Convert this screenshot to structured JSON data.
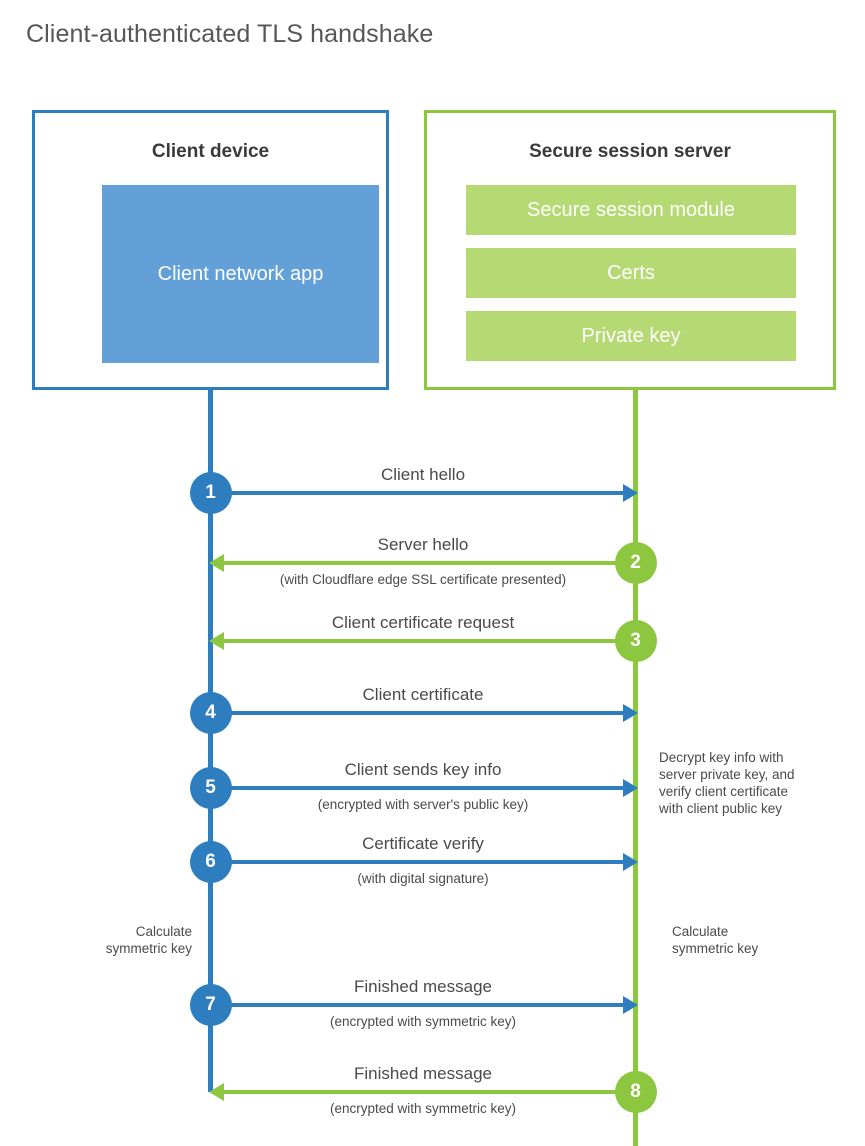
{
  "title": "Client-authenticated TLS handshake",
  "client": {
    "title": "Client device",
    "app_label": "Client network app"
  },
  "server": {
    "title": "Secure session server",
    "components": [
      "Secure session module",
      "Certs",
      "Private key"
    ]
  },
  "colors": {
    "client_border": "#2E7DBF",
    "client_fill": "#64A0D8",
    "server_border": "#8DC63F",
    "server_fill": "#B5D973",
    "text": "#4a4a4a",
    "title_text": "#555759"
  },
  "steps": [
    {
      "number": "1",
      "label": "Client hello",
      "sublabel": "",
      "direction": "client-to-server",
      "color": "blue"
    },
    {
      "number": "2",
      "label": "Server hello",
      "sublabel": "(with Cloudflare edge SSL certificate presented)",
      "direction": "server-to-client",
      "color": "green"
    },
    {
      "number": "3",
      "label": "Client certificate request",
      "sublabel": "",
      "direction": "server-to-client",
      "color": "green"
    },
    {
      "number": "4",
      "label": "Client certificate",
      "sublabel": "",
      "direction": "client-to-server",
      "color": "blue"
    },
    {
      "number": "5",
      "label": "Client sends key info",
      "sublabel": "(encrypted with server's public key)",
      "direction": "client-to-server",
      "color": "blue"
    },
    {
      "number": "6",
      "label": "Certificate verify",
      "sublabel": "(with digital signature)",
      "direction": "client-to-server",
      "color": "blue"
    },
    {
      "number": "7",
      "label": "Finished message",
      "sublabel": "(encrypted with symmetric key)",
      "direction": "client-to-server",
      "color": "blue"
    },
    {
      "number": "8",
      "label": "Finished message",
      "sublabel": "(encrypted with symmetric key)",
      "direction": "server-to-client",
      "color": "green"
    }
  ],
  "notes": {
    "server_decrypt": "Decrypt key info with\nserver private key, and\nverify client certificate\nwith client public key",
    "client_calculate": "Calculate\nsymmetric key",
    "server_calculate": "Calculate\nsymmetric key"
  }
}
